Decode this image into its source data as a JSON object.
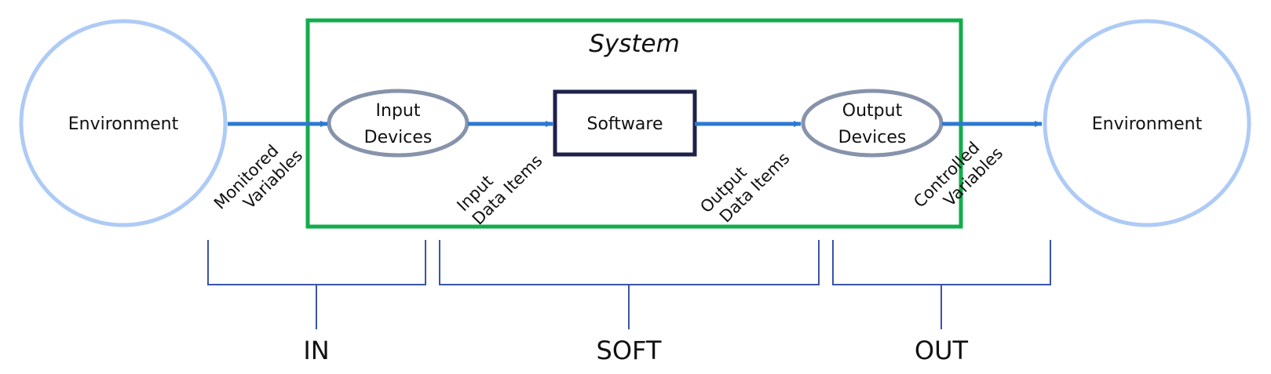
{
  "system": {
    "title": "System"
  },
  "environment_left": {
    "label": "Environment"
  },
  "environment_right": {
    "label": "Environment"
  },
  "input_devices": {
    "line1": "Input",
    "line2": "Devices"
  },
  "software": {
    "label": "Software"
  },
  "output_devices": {
    "line1": "Output",
    "line2": "Devices"
  },
  "flows": {
    "monitored": {
      "line1": "Monitored",
      "line2": "Variables"
    },
    "input_data": {
      "line1": "Input",
      "line2": "Data Items"
    },
    "output_data": {
      "line1": "Output",
      "line2": "Data Items"
    },
    "controlled": {
      "line1": "Controlled",
      "line2": "Variables"
    }
  },
  "groups": {
    "in": "IN",
    "soft": "SOFT",
    "out": "OUT"
  },
  "colors": {
    "environment_stroke": "#aecbf5",
    "system_stroke": "#12ad4b",
    "device_stroke": "#8793ab",
    "software_stroke": "#1e2148",
    "arrow": "#2b79d2",
    "bracket": "#3a55a8"
  }
}
